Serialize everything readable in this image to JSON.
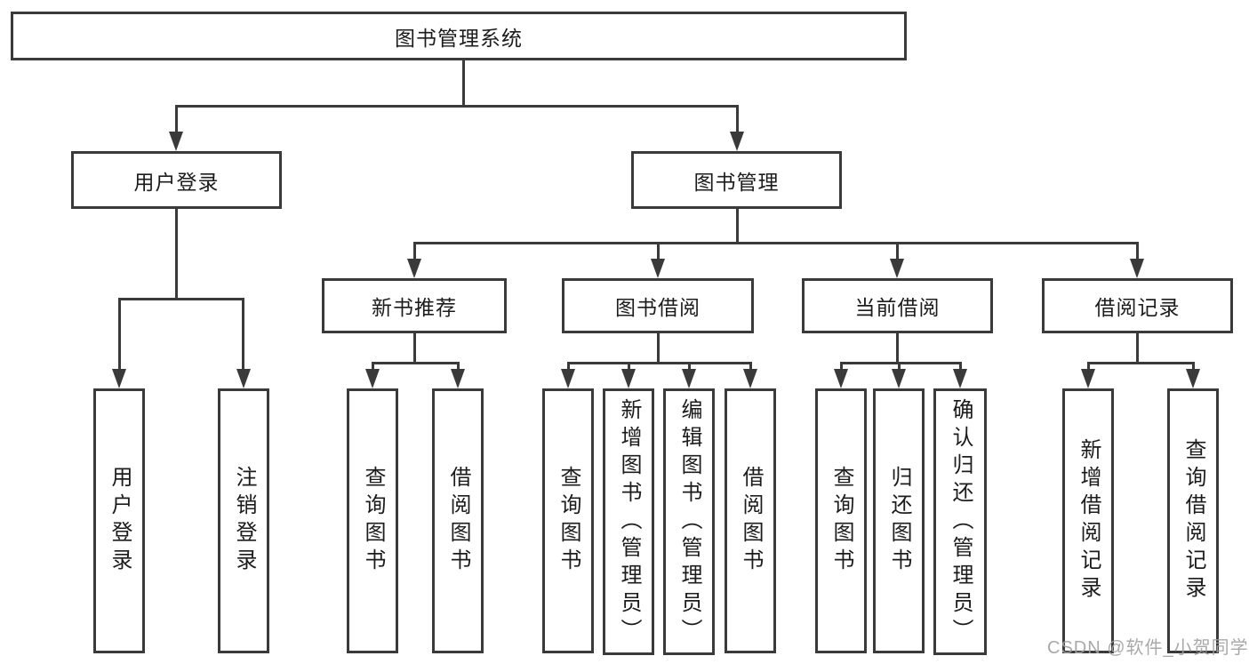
{
  "diagram_type": "tree",
  "title": "图书管理系统",
  "tree": {
    "label": "图书管理系统",
    "children": [
      {
        "label": "用户登录",
        "children": [
          {
            "label": "用户登录"
          },
          {
            "label": "注销登录"
          }
        ]
      },
      {
        "label": "图书管理",
        "children": [
          {
            "label": "新书推荐",
            "children": [
              {
                "label": "查询图书"
              },
              {
                "label": "借阅图书"
              }
            ]
          },
          {
            "label": "图书借阅",
            "children": [
              {
                "label": "查询图书"
              },
              {
                "label": "新增图书（管理员）"
              },
              {
                "label": "编辑图书（管理员）"
              },
              {
                "label": "借阅图书"
              }
            ]
          },
          {
            "label": "当前借阅",
            "children": [
              {
                "label": "查询图书"
              },
              {
                "label": "归还图书"
              },
              {
                "label": "确认归还（管理员）"
              }
            ]
          },
          {
            "label": "借阅记录",
            "children": [
              {
                "label": "新增借阅记录"
              },
              {
                "label": "查询借阅记录"
              }
            ]
          }
        ]
      }
    ]
  },
  "watermark": {
    "text": "CSDN @软件_小贺同学",
    "color": "#a0a0a0"
  },
  "colors": {
    "background": "#ffffff",
    "line": "#3a3a3a",
    "box_border": "#3a3a3a",
    "text": "#1c1c1c"
  }
}
